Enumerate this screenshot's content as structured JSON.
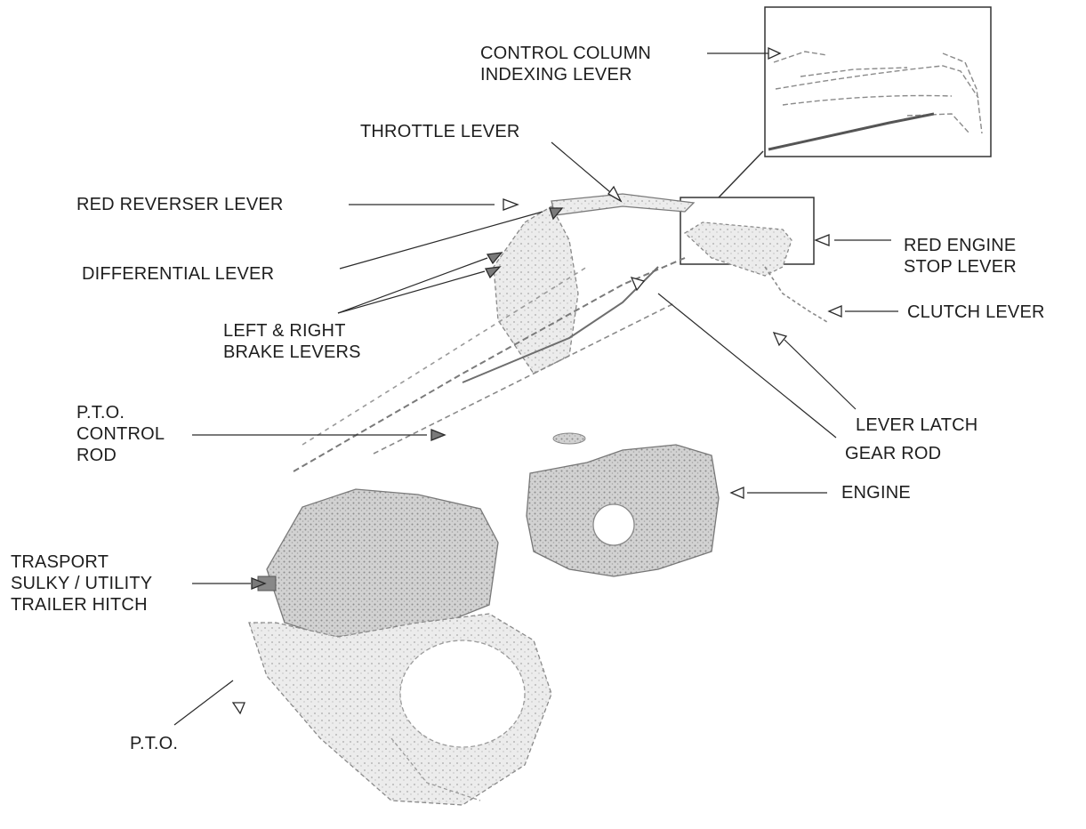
{
  "labels": {
    "control_column": "CONTROL COLUMN\nINDEXING LEVER",
    "throttle": "THROTTLE LEVER",
    "red_reverser": "RED REVERSER LEVER",
    "differential": "DIFFERENTIAL LEVER",
    "brake_levers": "LEFT & RIGHT\nBRAKE LEVERS",
    "red_engine_stop": "RED ENGINE\nSTOP LEVER",
    "clutch": "CLUTCH LEVER",
    "lever_latch": "LEVER LATCH",
    "gear_rod": "GEAR ROD",
    "pto_control_rod": "P.T.O.\nCONTROL\nROD",
    "engine": "ENGINE",
    "hitch": "TRASPORT\nSULKY / UTILITY\nTRAILER HITCH",
    "pto": "P.T.O."
  },
  "colors": {
    "line": "#2a2a2a",
    "sketch": "#8a8a8a",
    "shade": "#b9b9b9"
  }
}
